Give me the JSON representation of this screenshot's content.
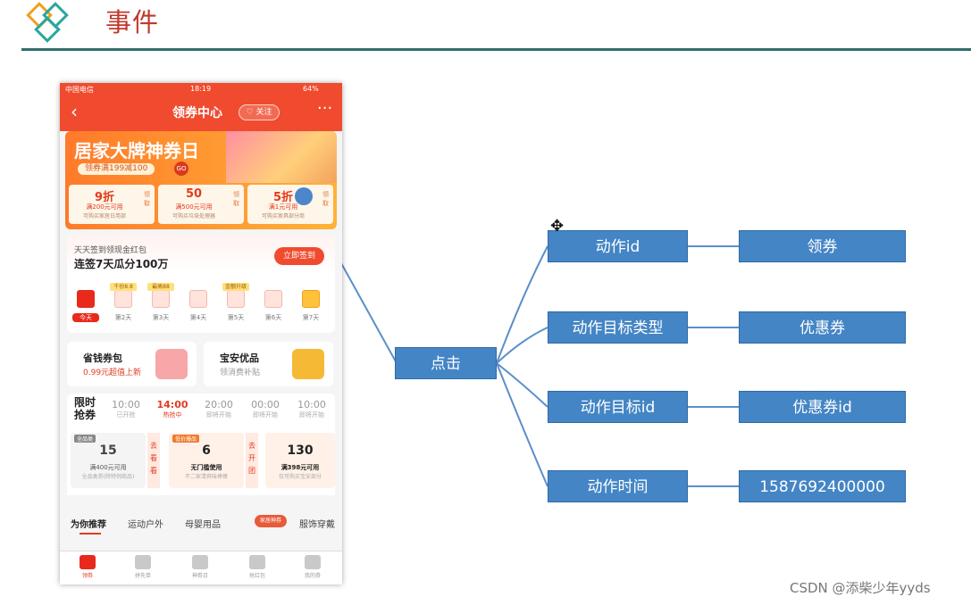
{
  "header": {
    "title": "事件"
  },
  "phone": {
    "status": {
      "carrier": "中国电信",
      "time": "18:19",
      "battery": "64%"
    },
    "nav": {
      "back": "‹",
      "title": "领券中心",
      "follow": "♡ 关注",
      "more": "···"
    },
    "banner": {
      "title": "居家大牌神券日",
      "subtitle": "领券满199减100",
      "go": "GO",
      "coupons": [
        {
          "value": "9折",
          "cond": "满200元可用",
          "desc": "可购买家居日用部",
          "btn": "领取"
        },
        {
          "value": "50",
          "cond": "满500元可用",
          "desc": "可购买垃圾处理器",
          "btn": "领取"
        },
        {
          "value": "5折",
          "cond": "满1元可用",
          "desc": "可购买家具部分商",
          "btn": "领取"
        }
      ]
    },
    "sign": {
      "line1": "天天签到领现金红包",
      "line2": "连签7天瓜分100万",
      "button": "立即签到",
      "days": [
        {
          "label": "今天",
          "tag": ""
        },
        {
          "label": "第2天",
          "tag": "千份8.8"
        },
        {
          "label": "第3天",
          "tag": "最高88"
        },
        {
          "label": "第4天",
          "tag": ""
        },
        {
          "label": "第5天",
          "tag": "金额升级"
        },
        {
          "label": "第6天",
          "tag": ""
        },
        {
          "label": "第7天",
          "tag": ""
        }
      ]
    },
    "cards": [
      {
        "title": "省钱券包",
        "sub": "0.99元超值上新"
      },
      {
        "title": "宝安优品",
        "sub": "领消费补贴"
      }
    ],
    "flash": {
      "label": "限时抢券",
      "slots": [
        {
          "time": "10:00",
          "status": "已开抢"
        },
        {
          "time": "14:00",
          "status": "热抢中"
        },
        {
          "time": "20:00",
          "status": "即将开始"
        },
        {
          "time": "00:00",
          "status": "即将开始"
        },
        {
          "time": "10:00",
          "status": "即将开始"
        }
      ]
    },
    "deals": [
      {
        "head": "全品类",
        "num": "15",
        "cond": "满400元可用",
        "desc": "全品类券(除特例商品)",
        "side": "去看看"
      },
      {
        "head": "低价爆品",
        "num": "6",
        "cond": "无门槛使用",
        "desc": "不二家清爽味棒棒",
        "side": "去开团"
      },
      {
        "head": "",
        "num": "130",
        "cond": "满398元可用",
        "desc": "仅可购买宝安部分",
        "side": ""
      }
    ],
    "tabs": [
      "为你推荐",
      "运动户外",
      "母婴用品",
      "家居神券",
      "服饰穿戴"
    ],
    "bottom": [
      "领券",
      "拼先单",
      "神券日",
      "抢红包",
      "我的券"
    ]
  },
  "diagram": {
    "center": "点击",
    "rows": [
      {
        "key": "动作id",
        "value": "领券"
      },
      {
        "key": "动作目标类型",
        "value": "优惠券"
      },
      {
        "key": "动作目标id",
        "value": "优惠券id"
      },
      {
        "key": "动作时间",
        "value": "1587692400000"
      }
    ],
    "colors": {
      "node": "#4485c5",
      "line": "#5b8fc9",
      "title": "#c0392b",
      "rule": "#2e6f6c"
    }
  },
  "watermark": "CSDN @添柴少年yyds"
}
